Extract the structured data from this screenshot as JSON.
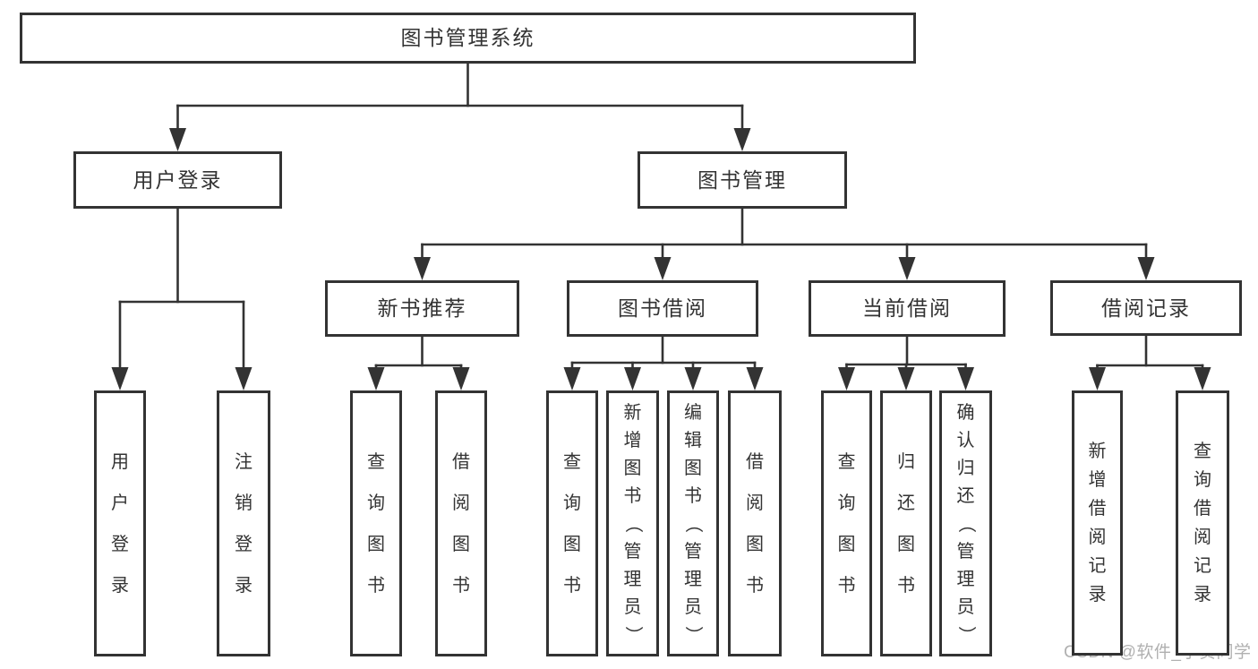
{
  "page": {
    "watermark": "CSDN @软件_小贺同学",
    "colors": {
      "line": "#333333",
      "text": "#333333",
      "background": "#ffffff",
      "watermark": "#b0b0b0"
    }
  },
  "diagram": {
    "tree": {
      "id": "root",
      "label": "图书管理系统",
      "children": [
        {
          "id": "user-login",
          "label": "用户登录",
          "children": [
            {
              "id": "user-login-action",
              "label": "用户登录"
            },
            {
              "id": "logout-action",
              "label": "注销登录"
            }
          ]
        },
        {
          "id": "book-mgmt",
          "label": "图书管理",
          "children": [
            {
              "id": "new-book-rec",
              "label": "新书推荐",
              "children": [
                {
                  "id": "nbr-query",
                  "label": "查询图书"
                },
                {
                  "id": "nbr-borrow",
                  "label": "借阅图书"
                }
              ]
            },
            {
              "id": "book-borrow",
              "label": "图书借阅",
              "children": [
                {
                  "id": "bb-query",
                  "label": "查询图书"
                },
                {
                  "id": "bb-add",
                  "label": "新增图书（管理员）"
                },
                {
                  "id": "bb-edit",
                  "label": "编辑图书（管理员）"
                },
                {
                  "id": "bb-borrow",
                  "label": "借阅图书"
                }
              ]
            },
            {
              "id": "current-borrow",
              "label": "当前借阅",
              "children": [
                {
                  "id": "cb-query",
                  "label": "查询图书"
                },
                {
                  "id": "cb-return",
                  "label": "归还图书"
                },
                {
                  "id": "cb-confirm",
                  "label": "确认归还（管理员）"
                }
              ]
            },
            {
              "id": "borrow-records",
              "label": "借阅记录",
              "children": [
                {
                  "id": "br-add",
                  "label": "新增借阅记录"
                },
                {
                  "id": "br-query",
                  "label": "查询借阅记录"
                }
              ]
            }
          ]
        }
      ]
    }
  }
}
